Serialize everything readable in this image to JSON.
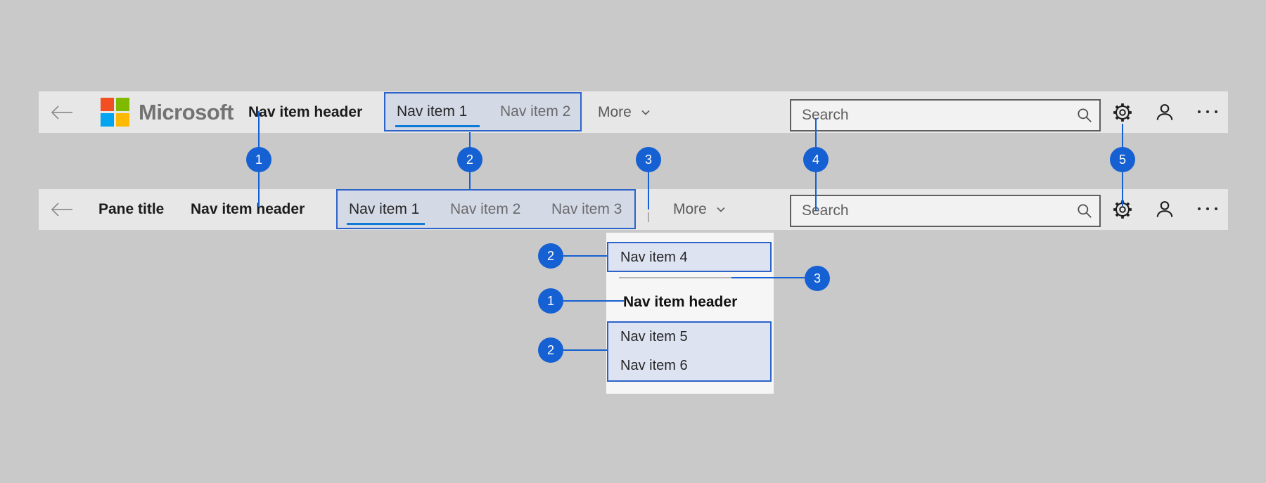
{
  "header_top": {
    "logo_text": "Microsoft",
    "nav_item_header": "Nav item header",
    "nav_item_1": "Nav item 1",
    "nav_item_2": "Nav item 2",
    "more_label": "More",
    "search_placeholder": "Search"
  },
  "header_pane": {
    "pane_title": "Pane title",
    "nav_item_header": "Nav item header",
    "nav_item_1": "Nav item 1",
    "nav_item_2": "Nav item 2",
    "nav_item_3": "Nav item 3",
    "more_label": "More",
    "search_placeholder": "Search"
  },
  "overflow_menu": {
    "nav_item_4": "Nav item 4",
    "nav_item_header": "Nav item header",
    "nav_item_5": "Nav item 5",
    "nav_item_6": "Nav item 6"
  },
  "annotations": {
    "n1": "1",
    "n2": "2",
    "n3": "3",
    "n4": "4",
    "n5": "5"
  },
  "icons": [
    "back-arrow-icon",
    "microsoft-logo",
    "search-icon",
    "gear-icon",
    "person-icon",
    "more-options-icon",
    "chevron-down-icon"
  ],
  "colors": {
    "page_bg": "#c9c9c9",
    "bar_bg": "#e7e7e7",
    "annotation_blue": "#1560d2",
    "box_border_blue": "#2d63c8",
    "box_fill_bar": "#d4d9e6",
    "box_fill_menu": "#dee3f2",
    "selected_underline_blue": "#0f7bd7",
    "logo_red": "#f25022",
    "logo_green": "#7fba00",
    "logo_blue": "#00a4ef",
    "logo_yellow": "#ffb900"
  }
}
